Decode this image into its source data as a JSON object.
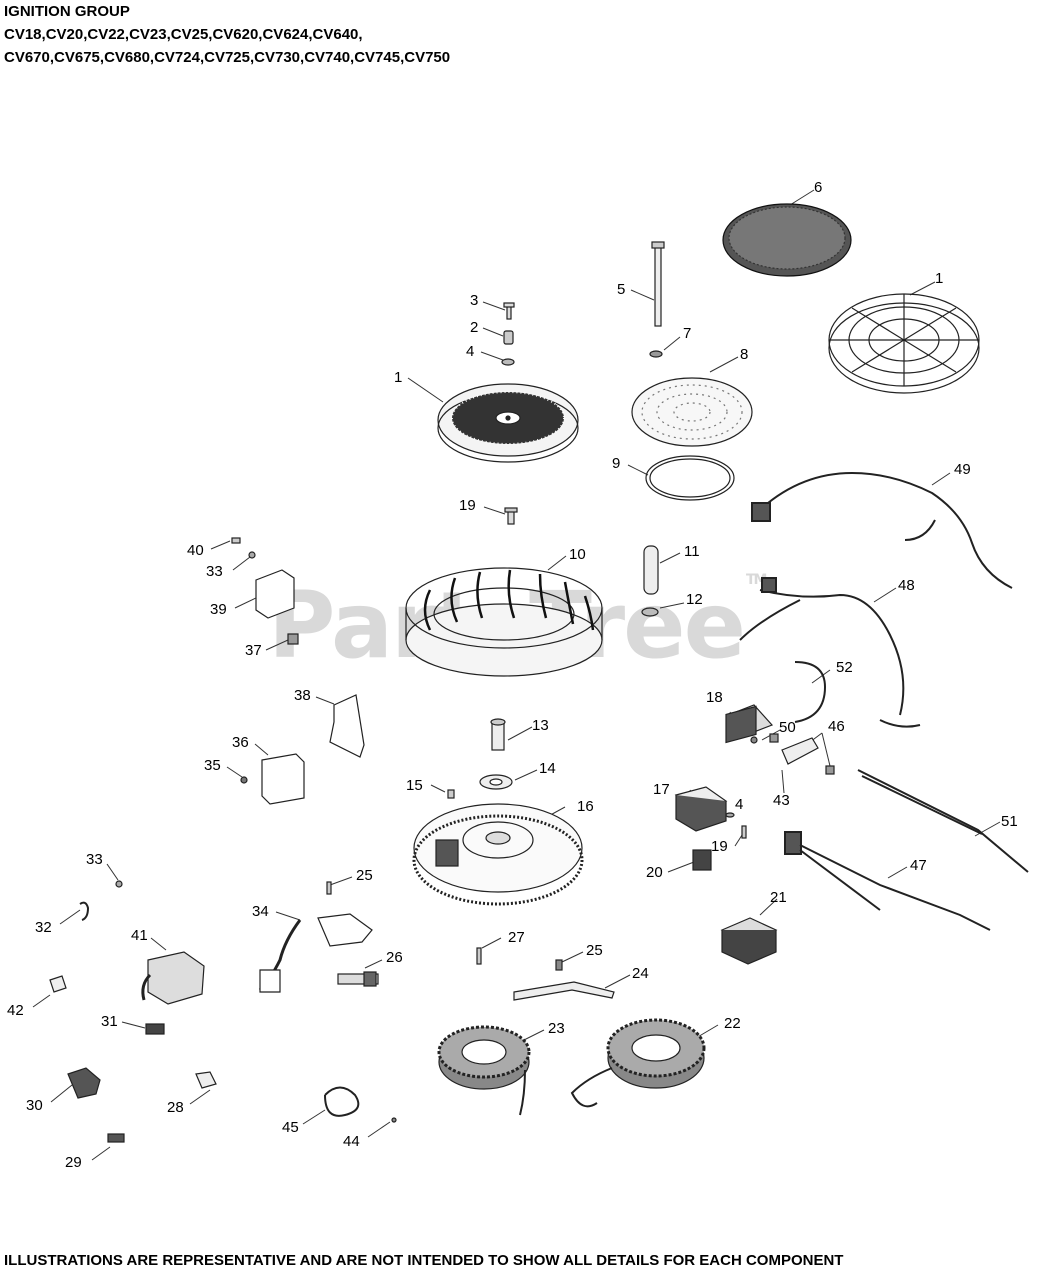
{
  "header": {
    "title": "IGNITION GROUP",
    "models_line1": "CV18,CV20,CV22,CV23,CV25,CV620,CV624,CV640,",
    "models_line2": "CV670,CV675,CV680,CV724,CV725,CV730,CV740,CV745,CV750"
  },
  "watermark": {
    "text": "PartsTree",
    "tm": "TM"
  },
  "footer": {
    "text": "ILLUSTRATIONS ARE REPRESENTATIVE AND ARE NOT INTENDED TO SHOW ALL DETAILS FOR EACH COMPONENT"
  },
  "callouts": {
    "c1a": "1",
    "c1b": "1",
    "c2": "2",
    "c3": "3",
    "c4a": "4",
    "c4b": "4",
    "c5": "5",
    "c6": "6",
    "c7": "7",
    "c8": "8",
    "c9": "9",
    "c10": "10",
    "c11": "11",
    "c12": "12",
    "c13": "13",
    "c14": "14",
    "c15": "15",
    "c16": "16",
    "c17": "17",
    "c18": "18",
    "c19a": "19",
    "c19b": "19",
    "c20": "20",
    "c21": "21",
    "c22": "22",
    "c23": "23",
    "c24": "24",
    "c25a": "25",
    "c25b": "25",
    "c26": "26",
    "c27": "27",
    "c28": "28",
    "c29": "29",
    "c30": "30",
    "c31": "31",
    "c32": "32",
    "c33a": "33",
    "c33b": "33",
    "c34": "34",
    "c35": "35",
    "c36": "36",
    "c37": "37",
    "c38": "38",
    "c39": "39",
    "c40": "40",
    "c41": "41",
    "c42": "42",
    "c43": "43",
    "c44": "44",
    "c45": "45",
    "c46": "46",
    "c47": "47",
    "c48": "48",
    "c49": "49",
    "c50": "50",
    "c51": "51",
    "c52": "52"
  }
}
